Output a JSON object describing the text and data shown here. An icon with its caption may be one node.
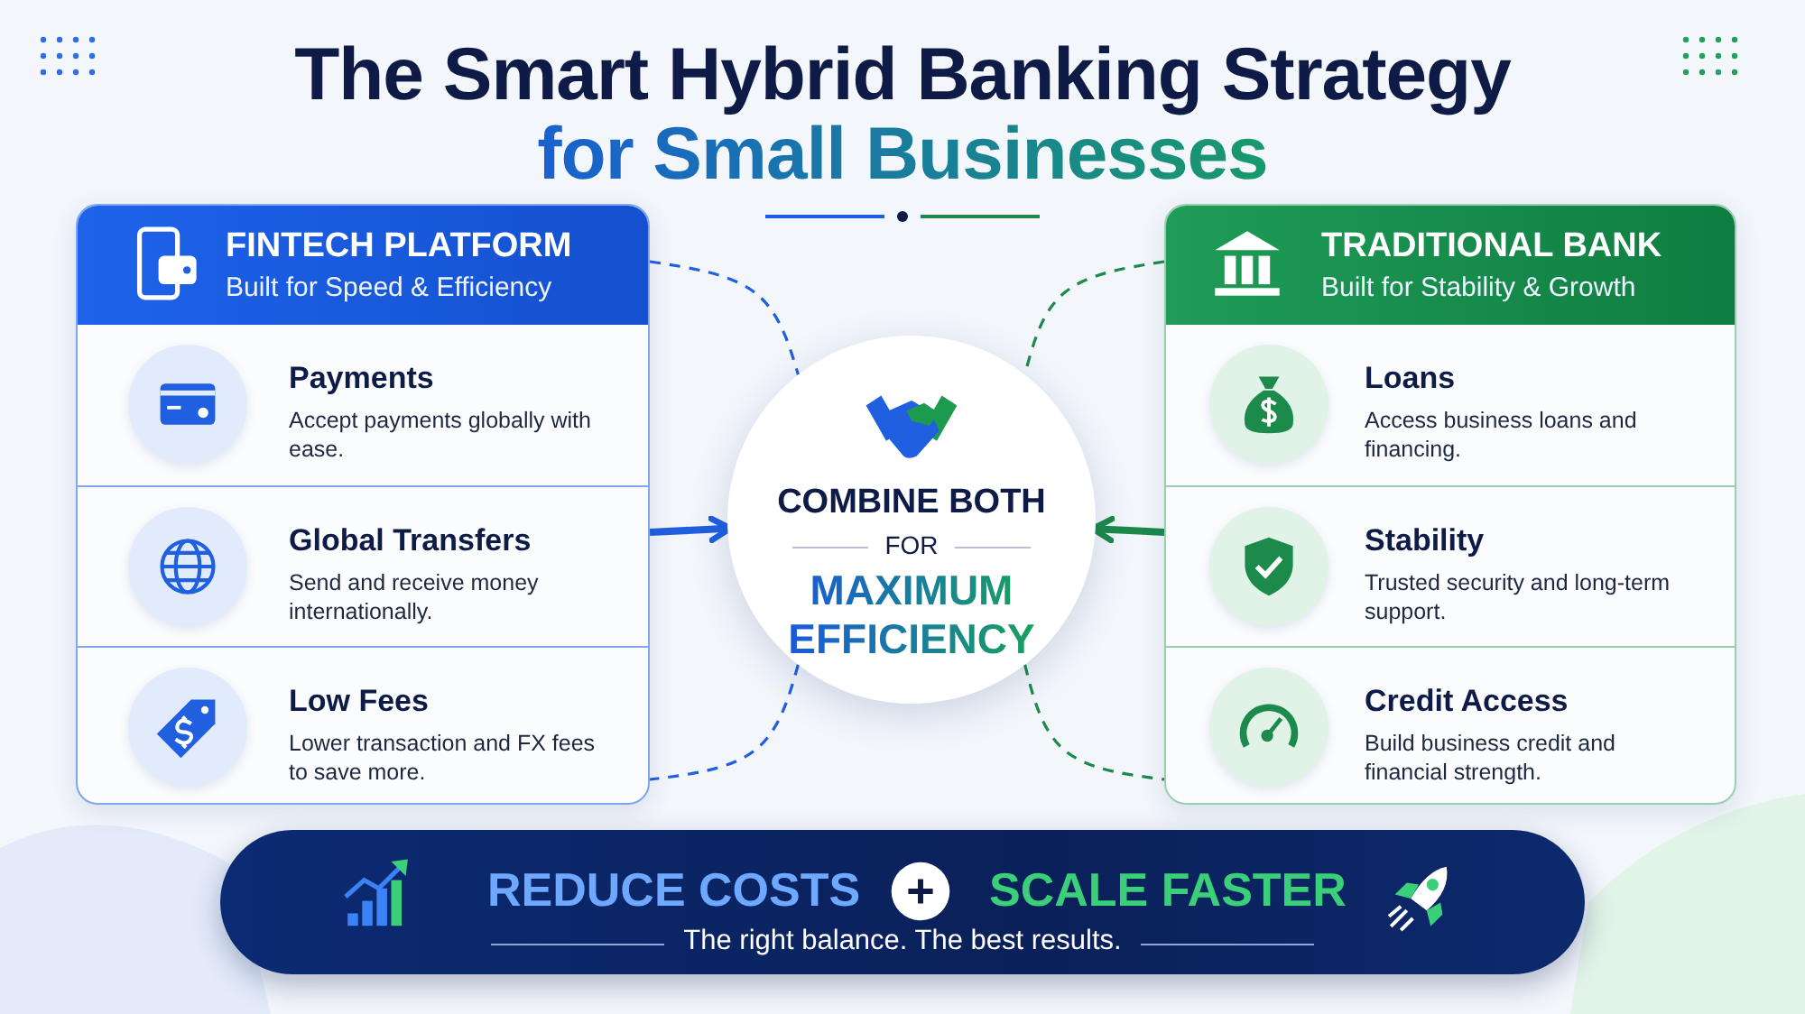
{
  "diagram": {
    "title": "The Smart Hybrid Banking Strategy for Small Businesses",
    "nodes": [
      {
        "text": [
          "FINTECH PLATFORM",
          "Built for Speed & Efficiency"
        ]
      },
      {
        "text": [
          "Payments",
          "Accept payments globally with ease."
        ],
        "in": 0
      },
      {
        "text": [
          "Global Transfers",
          "Send and receive money internationally."
        ],
        "in": 0
      },
      {
        "text": [
          "Low Fees",
          "Lower transaction and FX fees to save more."
        ],
        "in": 0
      },
      {
        "text": [
          "TRADITIONAL BANK",
          "Built for Stability & Growth"
        ]
      },
      {
        "text": [
          "Loans",
          "Access business loans and financing."
        ],
        "in": 4
      },
      {
        "text": [
          "Stability",
          "Trusted security and long-term support."
        ],
        "in": 4
      },
      {
        "text": [
          "Credit Access",
          "Build business credit and financial strength."
        ],
        "in": 4
      },
      {
        "text": [
          "COMBINE BOTH",
          "FOR",
          "MAXIMUM EFFICIENCY"
        ]
      },
      {
        "text": [
          "REDUCE COSTS",
          "SCALE FASTER",
          "The right balance. The best results."
        ]
      }
    ],
    "edges": [
      {
        "from": 0,
        "to": 8,
        "arrow": "to",
        "style": "thick",
        "color": "#1f5fe0"
      },
      {
        "from": 4,
        "to": 8,
        "arrow": "to",
        "style": "thick",
        "color": "#1b8a4a"
      },
      {
        "from": 0,
        "to": 8,
        "arrow": "none",
        "style": "dashed",
        "color": "#1f5fe0"
      },
      {
        "from": 8,
        "to": 0,
        "arrow": "none",
        "style": "dashed",
        "color": "#1f5fe0"
      },
      {
        "from": 4,
        "to": 8,
        "arrow": "none",
        "style": "dashed",
        "color": "#1b8a4a"
      },
      {
        "from": 8,
        "to": 4,
        "arrow": "none",
        "style": "dashed",
        "color": "#1b8a4a"
      }
    ]
  }
}
